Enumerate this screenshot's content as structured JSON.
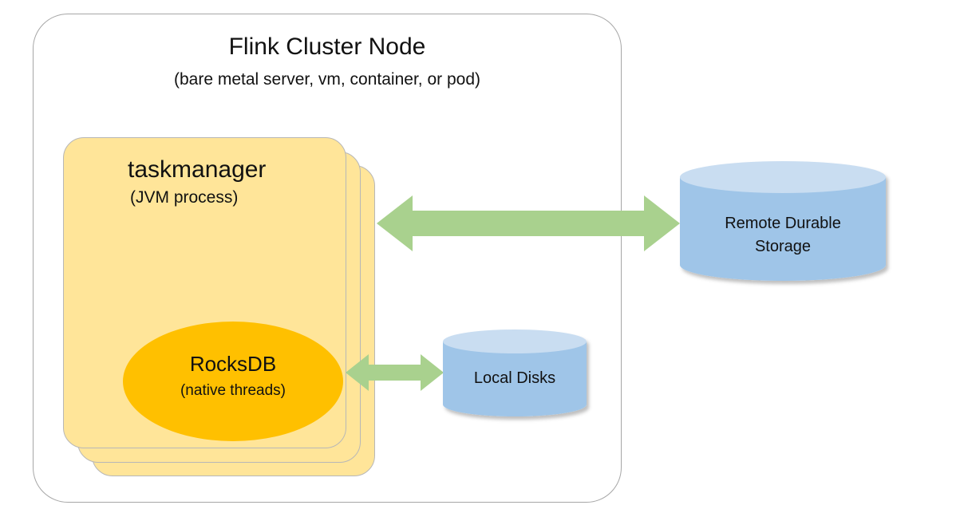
{
  "cluster_node": {
    "title": "Flink Cluster Node",
    "subtitle": "(bare metal server, vm, container, or pod)"
  },
  "taskmanager": {
    "title": "taskmanager",
    "subtitle": "(JVM process)"
  },
  "rocksdb": {
    "title": "RocksDB",
    "subtitle": "(native threads)"
  },
  "remote_storage": {
    "line1": "Remote Durable",
    "line2": "Storage"
  },
  "local_disks": {
    "label": "Local Disks"
  },
  "colors": {
    "taskmanager_fill": "#ffe599",
    "rocksdb_fill": "#ffc000",
    "storage_fill": "#9fc5e8",
    "storage_top": "#c9ddf1",
    "arrow_fill": "#a9d18e",
    "node_border": "#a6a6a6"
  }
}
